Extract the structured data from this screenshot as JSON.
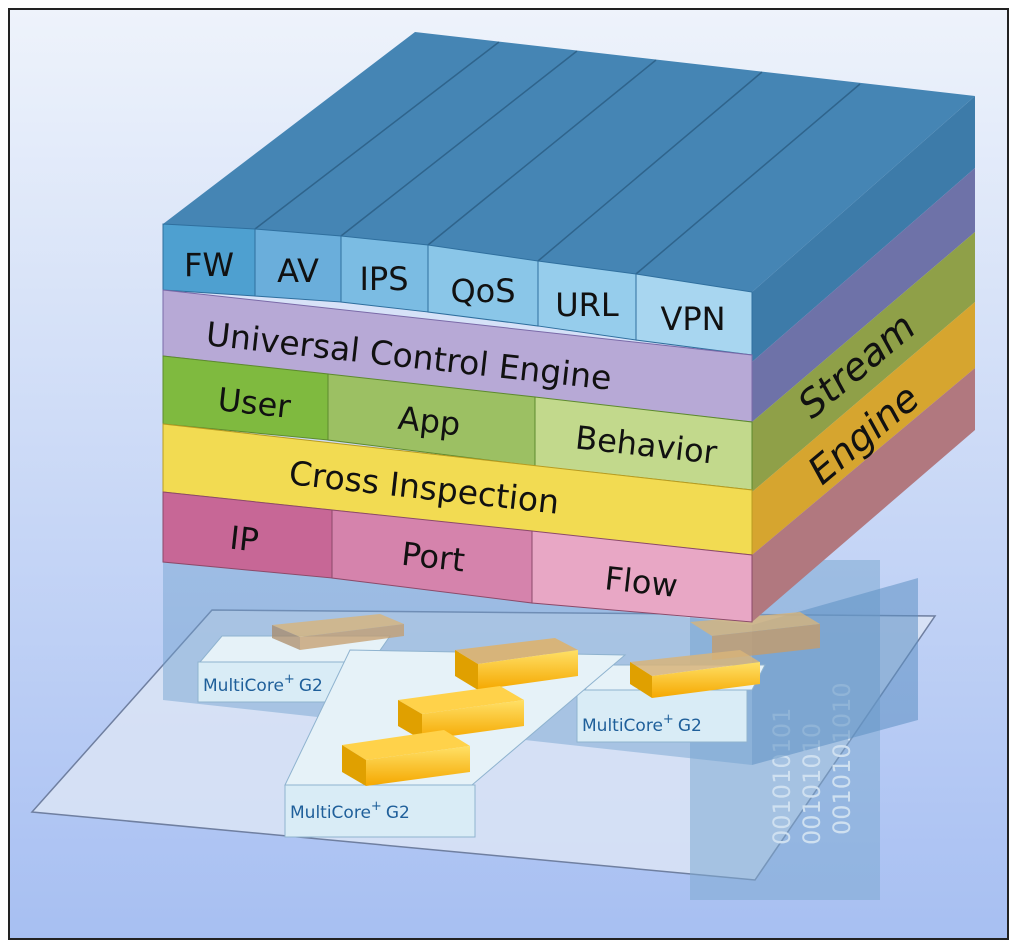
{
  "modules": [
    {
      "label": "FW"
    },
    {
      "label": "AV"
    },
    {
      "label": "IPS"
    },
    {
      "label": "QoS"
    },
    {
      "label": "URL"
    },
    {
      "label": "VPN"
    }
  ],
  "engine_label": "Universal Control Engine",
  "identity": [
    {
      "label": "User"
    },
    {
      "label": "App"
    },
    {
      "label": "Behavior"
    }
  ],
  "cross_label": "Cross Inspection",
  "network": [
    {
      "label": "IP"
    },
    {
      "label": "Port"
    },
    {
      "label": "Flow"
    }
  ],
  "side_label": {
    "line1": "Stream",
    "line2": "Engine"
  },
  "chips": [
    {
      "brand": "MultiCore",
      "sup": "+",
      "gen": "G2"
    },
    {
      "brand": "MultiCore",
      "sup": "+",
      "gen": "G2"
    },
    {
      "brand": "MultiCore",
      "sup": "+",
      "gen": "G2"
    }
  ],
  "binary_stream": [
    "0010101010",
    "00101010",
    "001010101"
  ],
  "colors": {
    "blue": "#4c9ac6",
    "purple": "#b7a9d6",
    "green": "#9cc063",
    "yellow": "#f2db52",
    "pink": "#d98fb2",
    "chip": "#f5b400"
  }
}
